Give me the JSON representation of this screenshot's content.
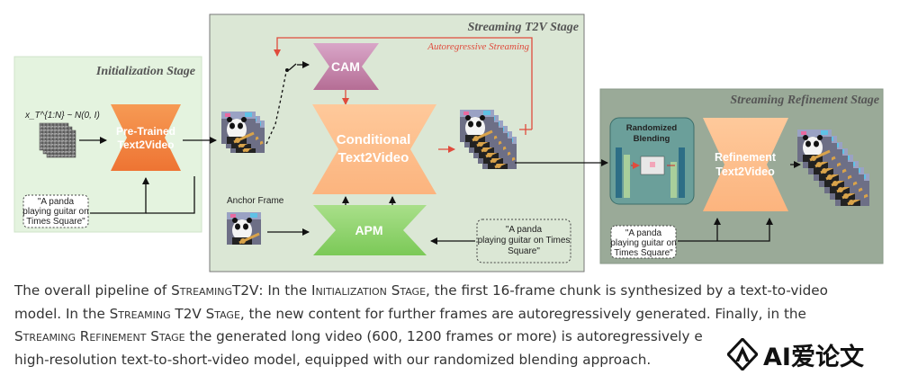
{
  "stages": {
    "init": "Initialization Stage",
    "stream": "Streaming T2V Stage",
    "refine": "Streaming Refinement Stage"
  },
  "blocks": {
    "pretrained": [
      "Pre-Trained",
      "Text2Video"
    ],
    "cam": "CAM",
    "conditional": [
      "Conditional",
      "Text2Video"
    ],
    "apm": "APM",
    "randomized": [
      "Randomized",
      "Blending"
    ],
    "refinement": [
      "Refinement",
      "Text2Video"
    ]
  },
  "labels": {
    "noise": "x_T^{1:N} ~ N(0, I)",
    "autoregressive": "Autoregressive Streaming",
    "anchor": "Anchor Frame"
  },
  "prompts": {
    "p1": [
      "\"A panda",
      "playing guitar on",
      "Times Square\""
    ],
    "p2": [
      "\"A panda",
      "playing guitar on Times",
      "Square\""
    ],
    "p3": [
      "\"A panda",
      "playing guitar on",
      "Times Square\""
    ]
  },
  "caption": {
    "l1a": "The overall pipeline of ",
    "l1b": "StreamingT2V",
    "l1c": ": In the ",
    "l1d": "Initialization Stage",
    "l1e": ", the first 16-frame chunk is synthesized by a text-to-video",
    "l2a": "model. In the ",
    "l2b": "Streaming T2V Stage",
    "l2c": ", the new content for further frames are autoregressively generated. Finally, in the",
    "l3a": "Streaming Refinement Stage",
    "l3b": " the generated long video (600, 1200 frames or more) is autoregressively e",
    "l4": "high-resolution text-to-short-video model, equipped with our randomized blending approach."
  },
  "watermark": "AI爱论文",
  "colors": {
    "init_bg": "#e4f3df",
    "stream_bg": "#dbe7d5",
    "refine_bg": "#9aaa98",
    "orange": "#f07f37",
    "peach": "#fdbd8a",
    "pink": "#c77fa7",
    "green": "#8ed26b",
    "red": "#e04b3c"
  }
}
